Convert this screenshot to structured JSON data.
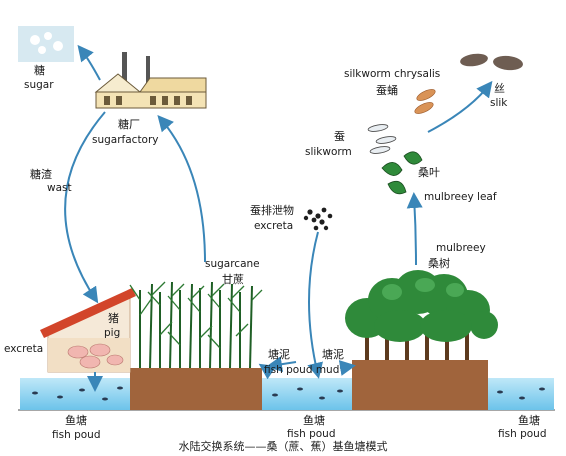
{
  "labels": {
    "sugar_cn": "糖",
    "sugar_en": "sugar",
    "factory_cn": "糖厂",
    "factory_en": "sugarfactory",
    "waste_cn": "糖渣",
    "waste_en": "wast",
    "pig_cn": "猪",
    "pig_en": "pig",
    "excreta_left": "excreta",
    "sugarcane_en": "sugarcane",
    "sugarcane_cn": "甘蔗",
    "mud_left_cn": "塘泥",
    "mud_right_cn": "塘泥",
    "fish_poud_mud": "fish poud mud",
    "fishpond_left_cn": "鱼塘",
    "fishpond_left_en": "fish poud",
    "fishpond_mid_cn": "鱼塘",
    "fishpond_mid_en": "fish poud",
    "fishpond_right_cn": "鱼塘",
    "fishpond_right_en": "fish poud",
    "silkworm_chrysalis_en": "silkworm chrysalis",
    "silkworm_chrysalis_cn": "蚕蛹",
    "silk_cn": "丝",
    "silk_en": "slik",
    "silkworm_cn": "蚕",
    "silkworm_en": "slikworm",
    "leaf_cn": "桑叶",
    "leaf_en": "mulbreey leaf",
    "excreta_silk_cn": "蚕排泄物",
    "excreta_silk_en": "excreta",
    "tree_en": "mulbreey",
    "tree_cn": "桑树"
  },
  "caption": "水陆交换系统——桑（蔗、蕉）基鱼塘模式",
  "colors": {
    "arrow": "#3a86b8",
    "water": "#8fd3f0",
    "soil": "#a0643c",
    "tree": "#2f8a3a",
    "roof": "#d2452a"
  }
}
